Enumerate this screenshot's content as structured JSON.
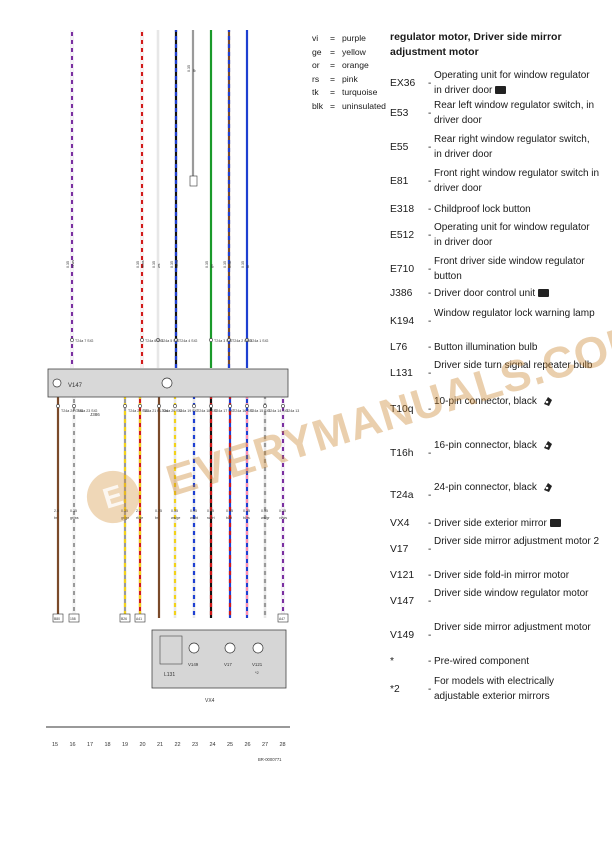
{
  "abbreviations": [
    {
      "code": "vi",
      "meaning": "purple"
    },
    {
      "code": "ge",
      "meaning": "yellow"
    },
    {
      "code": "or",
      "meaning": "orange"
    },
    {
      "code": "rs",
      "meaning": "pink"
    },
    {
      "code": "tk",
      "meaning": "turquoise"
    },
    {
      "code": "blk",
      "meaning": "uninsulated"
    }
  ],
  "equals_sign": "=",
  "legend_title": "regulator motor, Driver side mirror adjustment motor",
  "legend_dash": "-",
  "legend": [
    {
      "code": "EX36",
      "description": "Operating unit for window regulator in driver door",
      "icon": "control-unit-icon"
    },
    {
      "code": "E53",
      "description": "Rear left window regulator switch, in driver door"
    },
    {
      "code": "E55",
      "description": "Rear right window regulator switch, in driver door"
    },
    {
      "code": "E81",
      "description": "Front right window regulator switch in driver door"
    },
    {
      "code": "E318",
      "description": "Childproof lock button"
    },
    {
      "code": "E512",
      "description": "Operating unit for window regulator in driver door"
    },
    {
      "code": "E710",
      "description": "Front driver side window regulator button"
    },
    {
      "code": "J386",
      "description": "Driver door control unit",
      "icon": "control-unit-icon"
    },
    {
      "code": "K194",
      "description": "Window regulator lock warning lamp"
    },
    {
      "code": "L76",
      "description": "Button illumination bulb"
    },
    {
      "code": "L131",
      "description": "Driver side turn signal repeater bulb"
    },
    {
      "code": "T10q",
      "description": "10-pin connector, black",
      "icon": "connector-icon"
    },
    {
      "code": "T16h",
      "description": "16-pin connector, black",
      "icon": "connector-icon"
    },
    {
      "code": "T24a",
      "description": "24-pin connector, black",
      "icon": "connector-icon"
    },
    {
      "code": "VX4",
      "description": "Driver side exterior mirror",
      "icon": "control-unit-icon"
    },
    {
      "code": "V17",
      "description": "Driver side mirror adjustment motor 2"
    },
    {
      "code": "V121",
      "description": "Driver side fold-in mirror motor"
    },
    {
      "code": "V147",
      "description": "Driver side window regulator motor"
    },
    {
      "code": "V149",
      "description": "Driver side mirror adjustment motor"
    },
    {
      "code": "*",
      "description": "Pre-wired component"
    },
    {
      "code": "*2",
      "description": "For models with electrically adjustable exterior mirrors"
    }
  ],
  "diagram": {
    "control_unit_label": "V147",
    "control_unit_id": "J386",
    "mirror_unit_label": "VX4",
    "mirror_parts": [
      "V149",
      "V17",
      "V121"
    ],
    "mirror_note": "*2",
    "lamp_label": "L131",
    "top_wires": [
      {
        "size": "0.35",
        "color": "vi/ws",
        "pin": "T24a 7 SIG"
      },
      {
        "size": "0.35",
        "color": "rt/ws",
        "pin": "T24a 6 SIG"
      },
      {
        "size": "0.35",
        "color": "ws",
        "pin": "T24a 5 SIG"
      },
      {
        "size": "0.35",
        "color": "sw/bl",
        "pin": "T24a 4 SIG"
      },
      {
        "size": "0.35",
        "color": "gr",
        "pin": ""
      },
      {
        "size": "0.35",
        "color": "gn",
        "pin": "T24a 3 SIG"
      },
      {
        "size": "0.35",
        "color": "br/bl",
        "pin": "T24a 2 GND"
      },
      {
        "size": "0.35",
        "color": "bl",
        "pin": "T24a 1 SIG"
      }
    ],
    "bottom_wires": [
      {
        "size": "2.5",
        "color": "br",
        "pin": "T24a 24 GND"
      },
      {
        "size": "0.35",
        "color": "gr/ws",
        "pin": "T24a 23 SIG"
      },
      {
        "size": "0.35",
        "color": "gr/ge",
        "pin": "T24a 22 SIG"
      },
      {
        "size": "2.5",
        "color": "rt/ge",
        "pin": "T24a 21 KL30a"
      },
      {
        "size": "0.75",
        "color": "br",
        "pin": "T24a 20 SIG"
      },
      {
        "size": "0.35",
        "color": "ws/ge",
        "pin": "T24a 19 SIG"
      },
      {
        "size": "0.35",
        "color": "ws/bl",
        "pin": "T24a 18 SIG"
      },
      {
        "size": "0.35",
        "color": "sw/rt",
        "pin": "T24a 17 SIG"
      },
      {
        "size": "0.35",
        "color": "bl/rt",
        "pin": "T24a 16 SIG"
      },
      {
        "size": "0.35",
        "color": "bl/rs",
        "pin": "T24a 15 SIG"
      },
      {
        "size": "0.35",
        "color": "ws/gr",
        "pin": "T24a 14 SIG"
      },
      {
        "size": "0.35",
        "color": "vi/ws",
        "pin": "T24a 13 SIG"
      }
    ],
    "ground_refs": [
      "B80",
      "158",
      "B26",
      "A41",
      "A47"
    ],
    "track_numbers": [
      "15",
      "16",
      "17",
      "18",
      "19",
      "20",
      "21",
      "22",
      "23",
      "24",
      "25",
      "26",
      "27",
      "28"
    ],
    "figure_id": "BR-0000771"
  },
  "watermark": "EVERYMANUALS.COM"
}
